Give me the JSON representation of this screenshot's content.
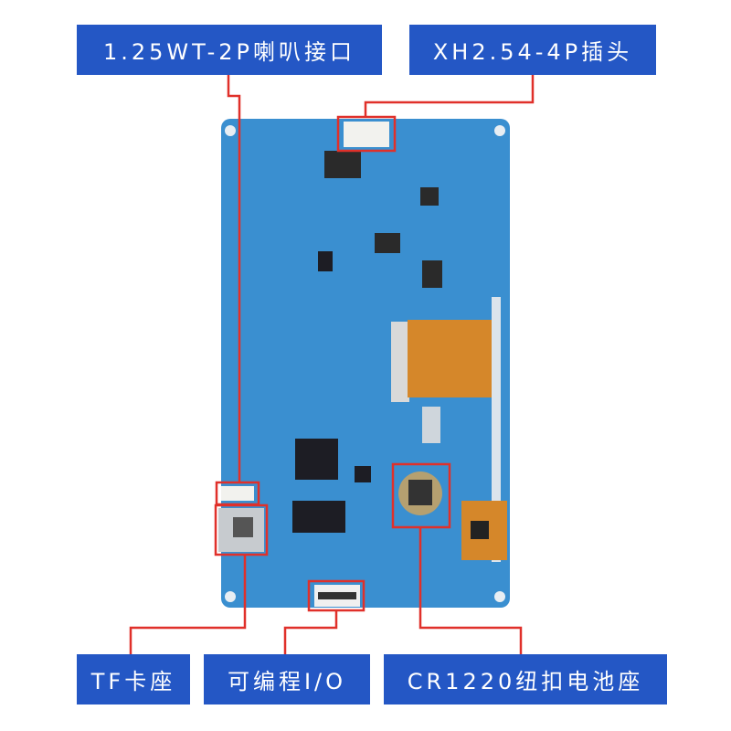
{
  "labels": {
    "speaker_connector": "1.25WT-2P喇叭接口",
    "xh_connector": "XH2.54-4P插头",
    "tf_slot": "TF卡座",
    "programmable_io": "可编程I/O",
    "battery_holder": "CR1220纽扣电池座"
  },
  "colors": {
    "label_bg": "#2457c5",
    "callout_red": "#e0302a",
    "board_blue": "#3a8fd0"
  }
}
